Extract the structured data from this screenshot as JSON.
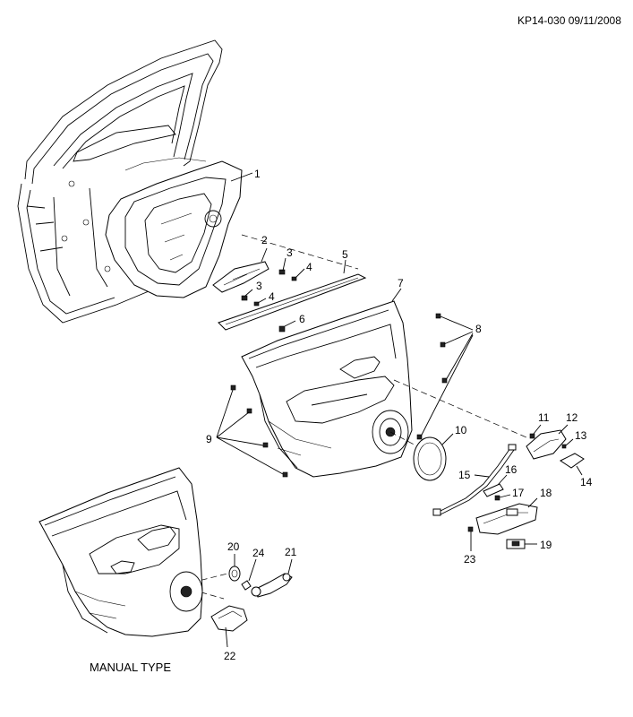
{
  "diagram": {
    "reference": "KP14-030 09/11/2008",
    "caption": "MANUAL TYPE",
    "callouts": [
      "1",
      "2",
      "3",
      "3",
      "4",
      "4",
      "5",
      "6",
      "7",
      "8",
      "9",
      "10",
      "11",
      "12",
      "13",
      "14",
      "15",
      "16",
      "17",
      "18",
      "19",
      "20",
      "21",
      "22",
      "23",
      "24"
    ]
  }
}
